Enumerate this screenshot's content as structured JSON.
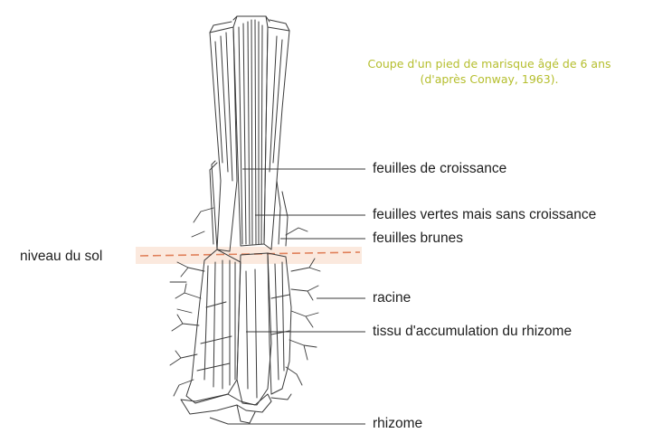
{
  "caption": {
    "line1": "Coupe d'un pied de marisque âgé de 6 ans",
    "line2": "(d'après Conway, 1963).",
    "color": "#b5be2d"
  },
  "labels": {
    "growth_leaves": "feuilles de croissance",
    "green_leaves": "feuilles vertes mais sans croissance",
    "brown_leaves": "feuilles brunes",
    "ground_level": "niveau du sol",
    "root": "racine",
    "storage_tissue": "tissu d'accumulation du rhizome",
    "rhizome": "rhizome"
  },
  "colors": {
    "ground_line": "#e0805a",
    "ground_band": "#fbe9de",
    "ink": "#3a3a3a"
  }
}
